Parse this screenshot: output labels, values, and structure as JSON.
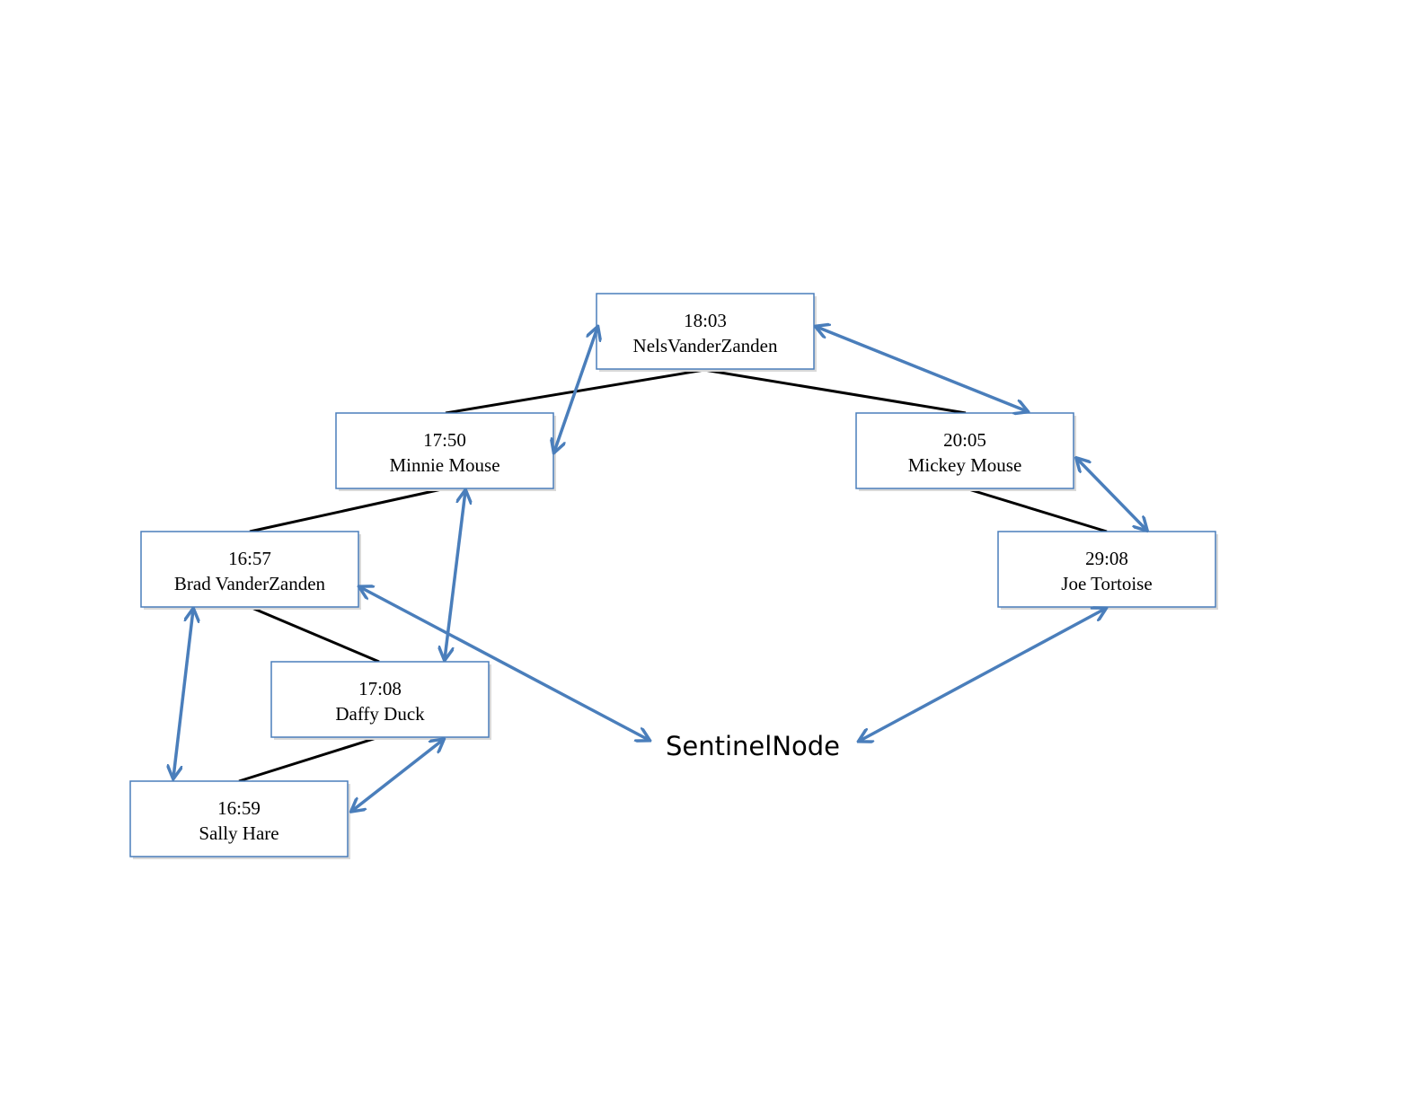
{
  "diagram": {
    "colors": {
      "node_border": "#4a7ebb",
      "arrow": "#4a7ebb",
      "tree_edge": "#000000"
    },
    "nodes": [
      {
        "id": "nels",
        "time": "18:03",
        "name": "NelsVanderZanden"
      },
      {
        "id": "minnie",
        "time": "17:50",
        "name": "Minnie Mouse"
      },
      {
        "id": "mickey",
        "time": "20:05",
        "name": "Mickey Mouse"
      },
      {
        "id": "brad",
        "time": "16:57",
        "name": "Brad VanderZanden"
      },
      {
        "id": "joe",
        "time": "29:08",
        "name": "Joe Tortoise"
      },
      {
        "id": "daffy",
        "time": "17:08",
        "name": "Daffy Duck"
      },
      {
        "id": "sally",
        "time": "16:59",
        "name": "Sally Hare"
      }
    ],
    "sentinel": {
      "label": "SentinelNode"
    },
    "tree_edges": [
      [
        "nels",
        "minnie"
      ],
      [
        "nels",
        "mickey"
      ],
      [
        "minnie",
        "brad"
      ],
      [
        "mickey",
        "joe"
      ],
      [
        "brad",
        "daffy"
      ],
      [
        "daffy",
        "sally"
      ]
    ],
    "list_links": [
      [
        "minnie",
        "nels"
      ],
      [
        "nels",
        "mickey"
      ],
      [
        "mickey",
        "joe"
      ],
      [
        "joe",
        "sentinel"
      ],
      [
        "brad",
        "sentinel"
      ],
      [
        "minnie",
        "daffy"
      ],
      [
        "brad",
        "sally"
      ],
      [
        "sally",
        "daffy"
      ]
    ]
  }
}
